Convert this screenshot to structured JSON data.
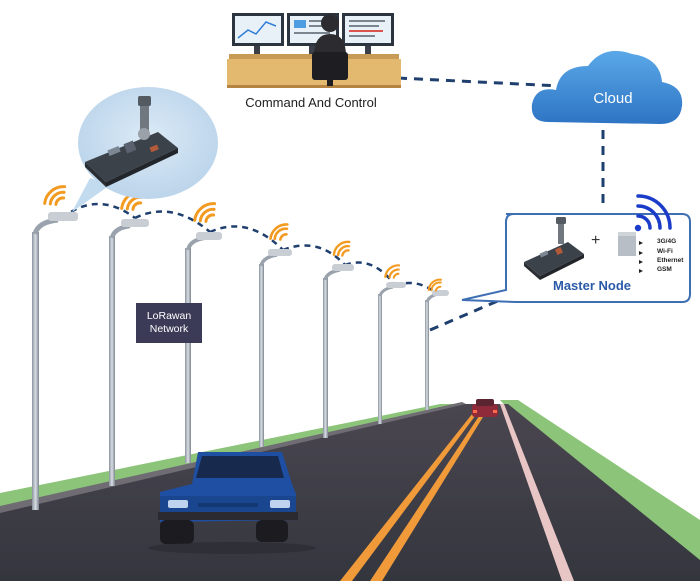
{
  "labels": {
    "command_control": "Command And Control",
    "cloud": "Cloud",
    "lorawan_line1": "LoRawan",
    "lorawan_line2": "Network",
    "master_node": "Master Node",
    "plus": "+"
  },
  "connectivity": [
    "3G/4G",
    "Wi-Fi",
    "Ethernet",
    "GSM"
  ],
  "colors": {
    "cloud": "#3d8fd6",
    "link": "#1f3f6e",
    "signal": "#f39a21",
    "master_signal": "#1b3cc9",
    "road": "#3c3d45",
    "grass": "#8cc57a",
    "lane_line": "#f09a3a",
    "car": "#1f4fa3"
  }
}
